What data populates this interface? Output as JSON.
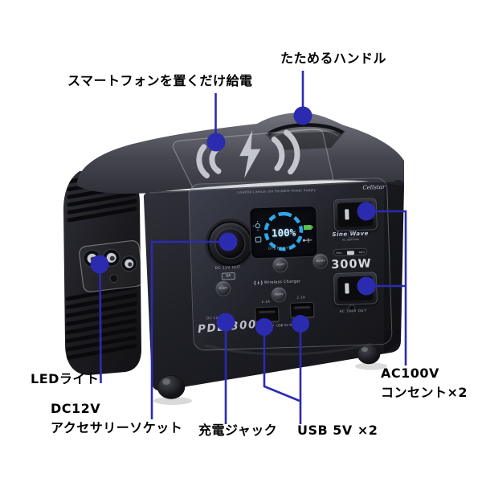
{
  "colors": {
    "callout": "#2b2bb0",
    "lcd_ring": "#2da7e8",
    "battery_green": "#5cc253",
    "background": "#ffffff"
  },
  "callouts": {
    "smartphone": "スマートフォンを置くだけ給電",
    "handle": "たためるハンドル",
    "led": "LEDライト",
    "dc_socket_line1": "DC12V",
    "dc_socket_line2": "アクセサリーソケット",
    "charge_jack": "充電ジャック",
    "usb": "USB 5V ×2",
    "ac_line1": "AC100V",
    "ac_line2": "コンセント×2"
  },
  "device": {
    "brand_line": "LiFePO4 Lithium Ion Portable Power Supply",
    "logo": "Cellstar",
    "model": "PDL-300",
    "dc_out": {
      "label": "DC 12V OUT",
      "amp": "8A",
      "button": "ON/OFF"
    },
    "lcd": {
      "percent": "100%",
      "display_label": "DISPLAY",
      "display_button": "ON/OFF"
    },
    "wireless": {
      "label": "Wireless Charger",
      "button": "ON/OFF"
    },
    "usb_out": {
      "amp_left": "2.1A",
      "amp_right": "2.1A",
      "label": "USB 5V OUT"
    },
    "dc_in_label": "DC 12V",
    "ac": {
      "sine": "Sine Wave",
      "sine_sub": "AC 100V MAX",
      "freq_left": "50Hz",
      "freq_right": "60Hz",
      "watts": "300W",
      "out_label": "AC 100V OUT",
      "button": "ON/OFF"
    }
  }
}
